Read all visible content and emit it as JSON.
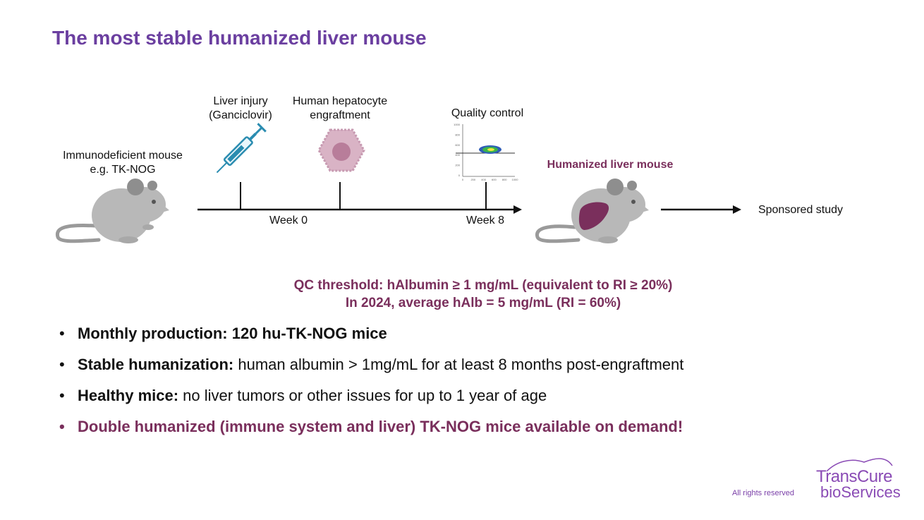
{
  "title": "The most stable humanized liver mouse",
  "diagram": {
    "immunodeficient_label_1": "Immunodeficient mouse",
    "immunodeficient_label_2": "e.g. TK-NOG",
    "liver_injury_1": "Liver injury",
    "liver_injury_2": "(Ganciclovir)",
    "hepatocyte_1": "Human hepatocyte",
    "hepatocyte_2": "engraftment",
    "quality_control": "Quality control",
    "week0": "Week 0",
    "week8": "Week 8",
    "humanized_label": "Humanized liver mouse",
    "sponsored": "Sponsored study",
    "qc_axis_y": [
      "1000",
      "800",
      "600",
      "400",
      "200",
      "0"
    ],
    "qc_axis_x": [
      "0",
      "200",
      "400",
      "600",
      "800",
      "1000"
    ]
  },
  "qc": {
    "line1": "QC threshold: hAlbumin ≥ 1 mg/mL (equivalent to RI ≥ 20%)",
    "line2": "In 2024, average hAlb = 5 mg/mL (RI = 60%)"
  },
  "bullets": [
    {
      "bold": "Monthly production: 120 hu-TK-NOG mice",
      "text": ""
    },
    {
      "bold": "Stable humanization:",
      "text": " human albumin > 1mg/mL for at least 8 months post-engraftment"
    },
    {
      "bold": "Healthy mice:",
      "text": " no liver tumors or other issues for up to 1 year of age"
    },
    {
      "bold": "Double humanized (immune system and liver) TK-NOG mice available on demand!",
      "text": ""
    }
  ],
  "bullet_symbol": "•",
  "footer": {
    "rights": "All rights reserved",
    "logo_line1": "TransCure",
    "logo_line2": "bioServices"
  },
  "colors": {
    "title": "#6b3fa0",
    "accent": "#7a2f5c",
    "mouse_gray": "#b8b8b8",
    "liver": "#7a2f5c",
    "syringe": "#2a8cb0"
  }
}
